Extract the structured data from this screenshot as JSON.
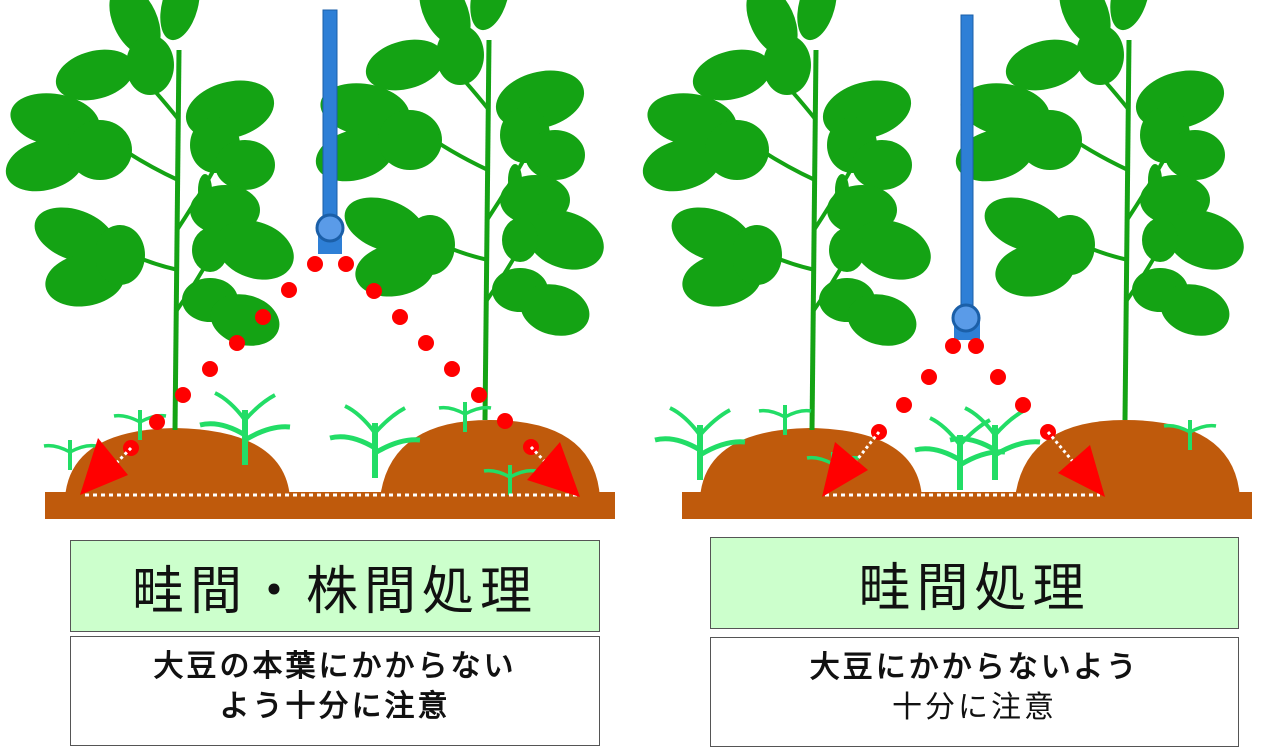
{
  "left_panel": {
    "title": "畦間・株間処理",
    "note_line1": "大豆の本葉にかからない",
    "note_line2": "よう十分に注意"
  },
  "right_panel": {
    "title": "畦間処理",
    "note_line1": "大豆にかからないよう",
    "note_line2": "十分に注意"
  },
  "colors": {
    "soil": "#bf5a0c",
    "leaf": "#14a314",
    "weed": "#22dd66",
    "nozzle_pipe": "#2e7fd6",
    "spray": "#ff0000",
    "title_bg": "#ccffcc"
  }
}
